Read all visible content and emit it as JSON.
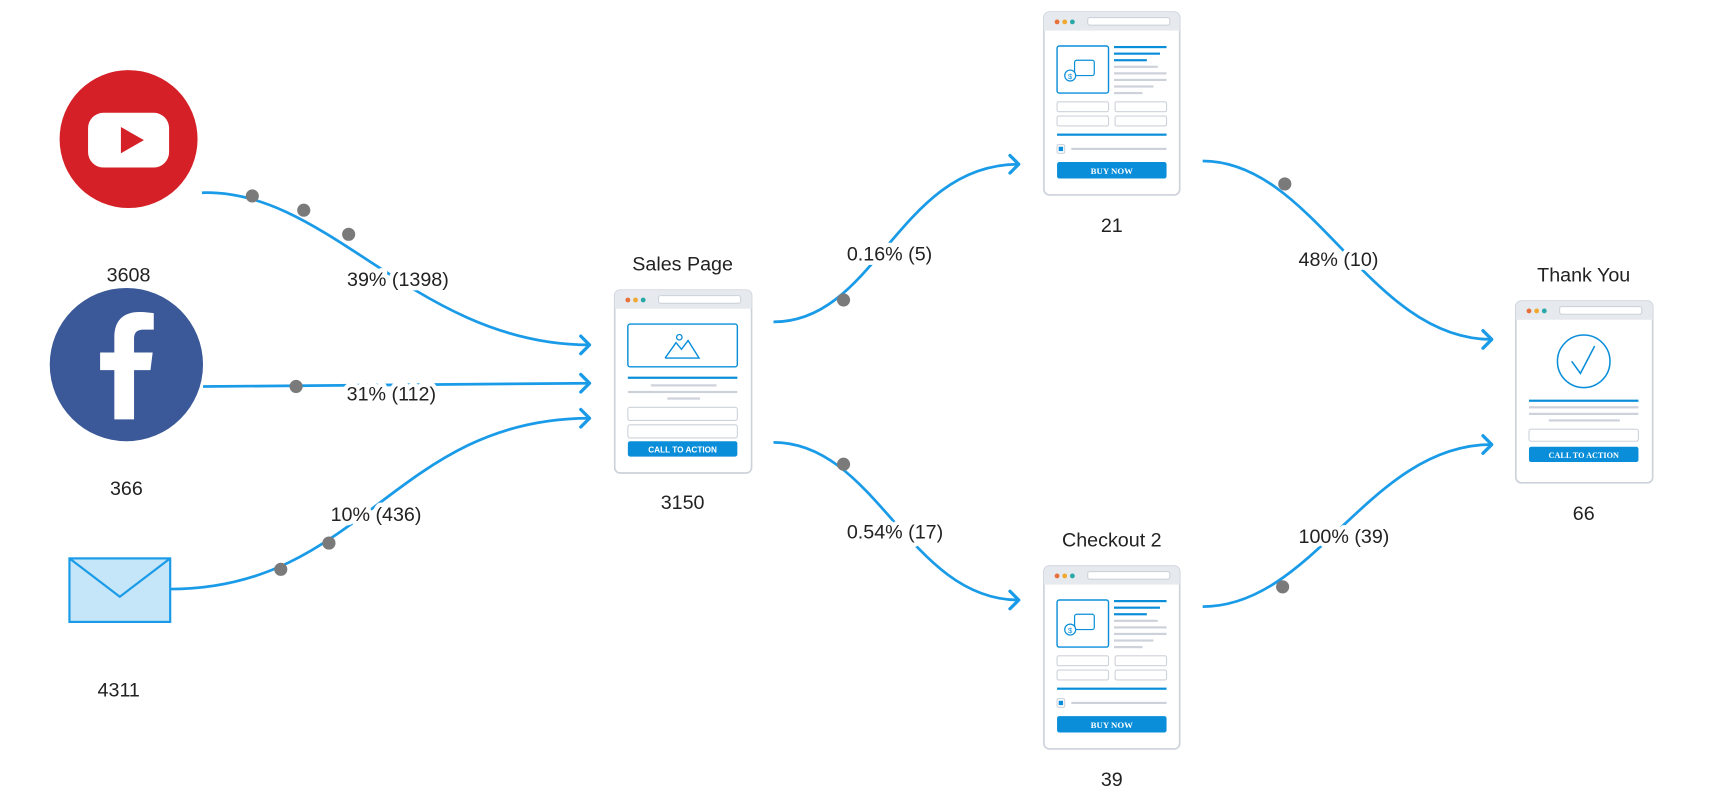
{
  "colors": {
    "edge": "#1a9be8",
    "dot": "#7a7a7a",
    "youtube": "#d42026",
    "facebook": "#3b5998",
    "email_fill": "#c5e5f8",
    "accent": "#0a8ed9",
    "card_border": "#cdd2da"
  },
  "sources": [
    {
      "id": "youtube",
      "icon": "youtube-icon",
      "count": "3608"
    },
    {
      "id": "facebook",
      "icon": "facebook-icon",
      "count": "366"
    },
    {
      "id": "email",
      "icon": "envelope-icon",
      "count": "4311"
    }
  ],
  "pages": {
    "sales": {
      "title": "Sales Page",
      "count": "3150",
      "button": "CALL TO ACTION"
    },
    "checkout1": {
      "title": "",
      "count": "21",
      "button": "BUY NOW"
    },
    "checkout2": {
      "title": "Checkout 2",
      "count": "39",
      "button": "BUY NOW"
    },
    "thankyou": {
      "title": "Thank You",
      "count": "66",
      "button": "CALL TO ACTION"
    }
  },
  "edges": [
    {
      "from": "youtube",
      "to": "sales",
      "label": "39% (1398)"
    },
    {
      "from": "facebook",
      "to": "sales",
      "label": "31% (112)"
    },
    {
      "from": "email",
      "to": "sales",
      "label": "10% (436)"
    },
    {
      "from": "sales",
      "to": "checkout1",
      "label": "0.16% (5)"
    },
    {
      "from": "sales",
      "to": "checkout2",
      "label": "0.54% (17)"
    },
    {
      "from": "checkout1",
      "to": "thankyou",
      "label": "48% (10)"
    },
    {
      "from": "checkout2",
      "to": "thankyou",
      "label": "100% (39)"
    }
  ]
}
